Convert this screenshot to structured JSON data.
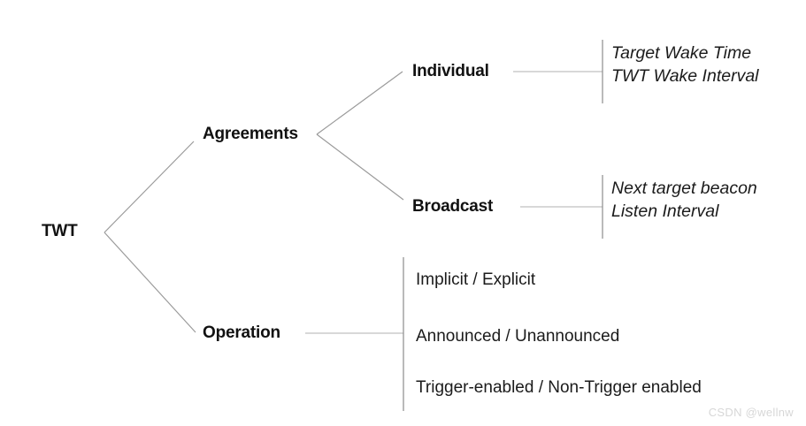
{
  "diagram": {
    "type": "tree",
    "root": {
      "label": "TWT"
    },
    "branches": [
      {
        "label": "Agreements",
        "children": [
          {
            "label": "Individual",
            "leaves": [
              "Target Wake Time",
              "TWT Wake Interval"
            ],
            "style": "italic"
          },
          {
            "label": "Broadcast",
            "leaves": [
              "Next target beacon",
              "Listen Interval"
            ],
            "style": "italic"
          }
        ]
      },
      {
        "label": "Operation",
        "leaves": [
          "Implicit / Explicit",
          "Announced / Unannounced",
          "Trigger-enabled / Non-Trigger enabled"
        ],
        "style": "plain"
      }
    ],
    "colors": {
      "text": "#111111",
      "leaf_text": "#1b1b1b",
      "edge": "#9a9a9a",
      "bar": "#8c8c8c",
      "background": "#ffffff",
      "watermark": "#d7d7d7"
    }
  },
  "watermark": {
    "text": "CSDN @wellnw"
  }
}
